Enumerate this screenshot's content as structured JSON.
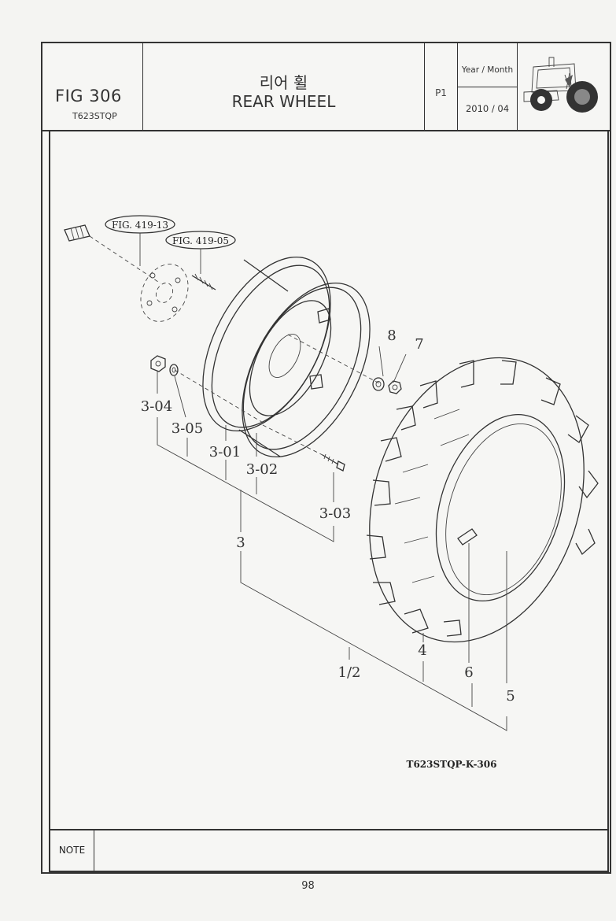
{
  "header": {
    "fig_number": "FIG 306",
    "model": "T623STQP",
    "title_korean": "리어 휠",
    "title_english": "REAR WHEEL",
    "page_code": "P1",
    "year_month_label": "Year / Month",
    "year_month_value": "2010 / 04",
    "thumbnail_icon": "tractor-icon"
  },
  "diagram": {
    "references": [
      "FIG. 419-13",
      "FIG. 419-05"
    ],
    "part_labels": {
      "p8": "8",
      "p7": "7",
      "p3_04": "3-04",
      "p3_05": "3-05",
      "p3_01": "3-01",
      "p3_02": "3-02",
      "p3_03": "3-03",
      "p3": "3",
      "p1_2": "1/2",
      "p4": "4",
      "p6": "6",
      "p5": "5"
    },
    "drawing_code": "T623STQP-K-306"
  },
  "note": {
    "label": "NOTE",
    "value": ""
  },
  "footer": {
    "page_number": "98"
  }
}
